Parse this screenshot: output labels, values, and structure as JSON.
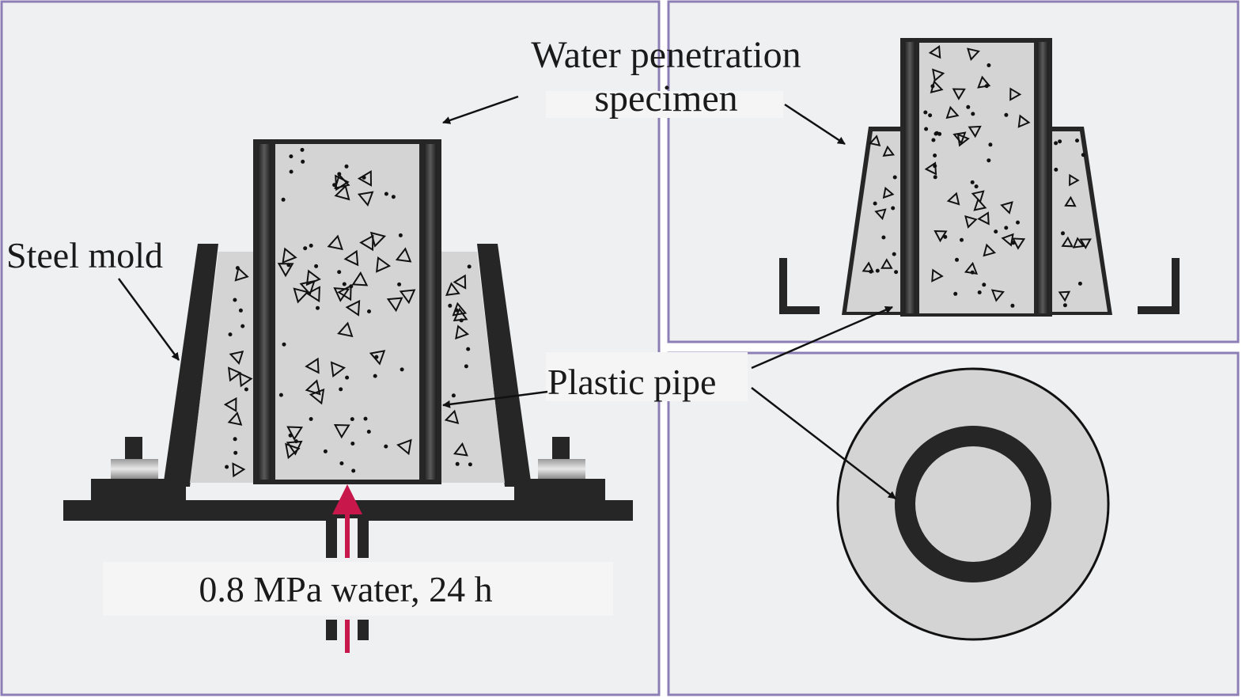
{
  "labels": {
    "water_penetration_line1": "Water penetration",
    "water_penetration_line2": "specimen",
    "steel_mold": "Steel mold",
    "plastic_pipe": "Plastic pipe",
    "water_pressure": "0.8 MPa water, 24 h"
  },
  "colors": {
    "panel_bg": "#eff0f2",
    "panel_border": "#8d7fb5",
    "concrete": "#d4d4d4",
    "steel": "#262626",
    "water_arrow": "#c8174a"
  }
}
